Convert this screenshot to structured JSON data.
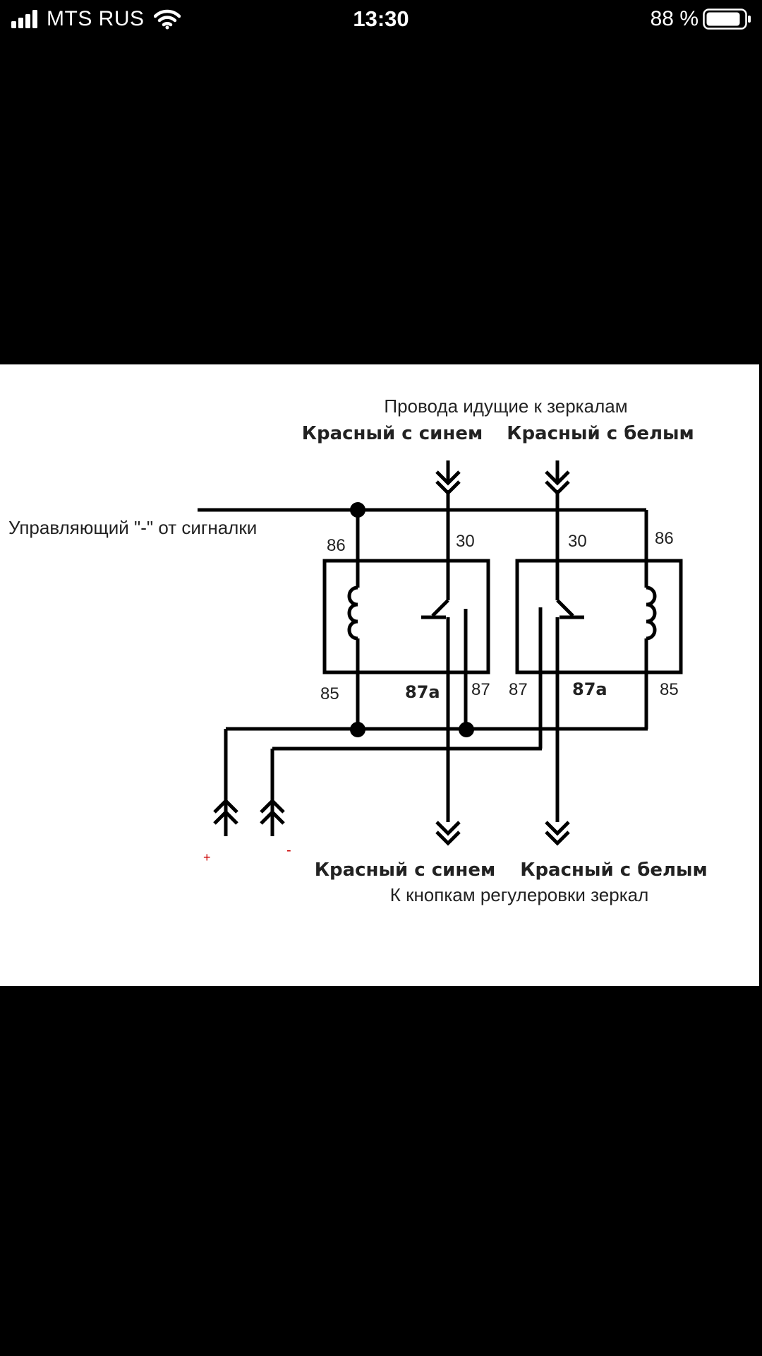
{
  "status_bar": {
    "carrier": "MTS RUS",
    "time": "13:30",
    "battery": "88 %",
    "icons": [
      "signal-icon",
      "wifi-icon",
      "battery-icon"
    ]
  },
  "diagram": {
    "header": "Провода идущие к зеркалам",
    "top_left_wire": "Красный с синем",
    "top_right_wire": "Красный с белым",
    "control_label": "Управляющий \"-\" от сигналки",
    "bottom_left_wire": "Красный с синем",
    "bottom_right_wire": "Красный с белым",
    "footer": "К кнопкам регулеровки зеркал",
    "plus": "+",
    "minus": "-",
    "left_relay": {
      "pin_86": "86",
      "pin_30": "30",
      "pin_85": "85",
      "pin_87a": "87a",
      "pin_87": "87"
    },
    "right_relay": {
      "pin_86": "86",
      "pin_30": "30",
      "pin_85": "85",
      "pin_87a": "87a",
      "pin_87": "87"
    }
  },
  "colors": {
    "background": "#000000",
    "status_text": "#ffffff",
    "diagram_background": "#ffffff",
    "line": "#000000",
    "plus_sign": "#cc0000"
  }
}
